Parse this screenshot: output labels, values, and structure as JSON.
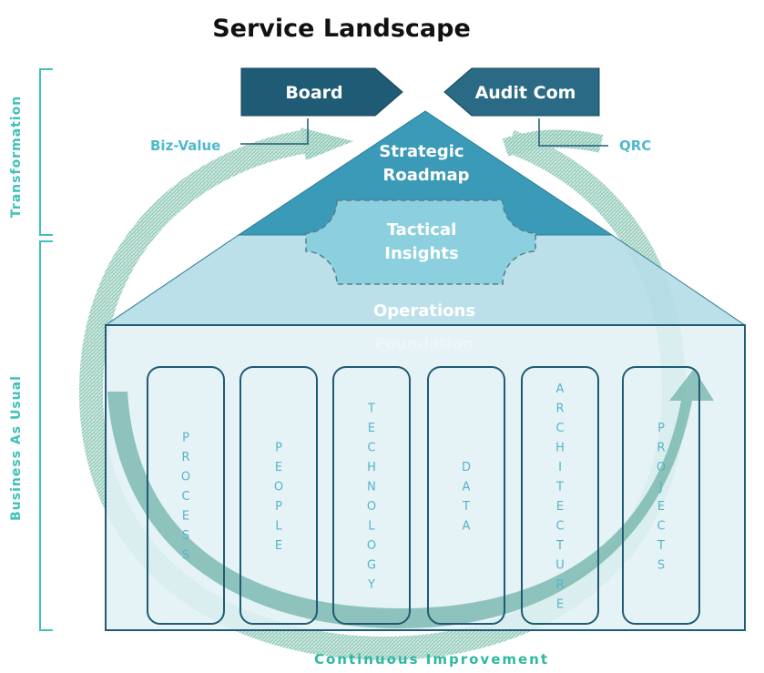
{
  "title": "Service Landscape",
  "top_boxes": {
    "left": "Board",
    "right": "Audit Com"
  },
  "labels": {
    "left": "Biz-Value",
    "right": "QRC"
  },
  "side_labels": {
    "top": "Transformation",
    "bottom": "Business As Usual"
  },
  "layers": {
    "strategic": [
      "Strategic",
      "Roadmap"
    ],
    "tactical": [
      "Tactical",
      "Insights"
    ],
    "operations": "Operations",
    "foundation": "Foundation"
  },
  "pillars": [
    "PROCESS",
    "PEOPLE",
    "TECHNOLOGY",
    "DATA",
    "ARCHITECTURE",
    "PROJECTS"
  ],
  "footer": "Continuous Improvement",
  "colors": {
    "dark_navy": "#1f5b74",
    "strategic": "#3b9ab8",
    "tactical": "#8cd0e0",
    "operations": "#b6dde7",
    "foundation": "#e0f1f5",
    "cycle": "#7fb9a8",
    "accent": "#3fc1b7"
  }
}
